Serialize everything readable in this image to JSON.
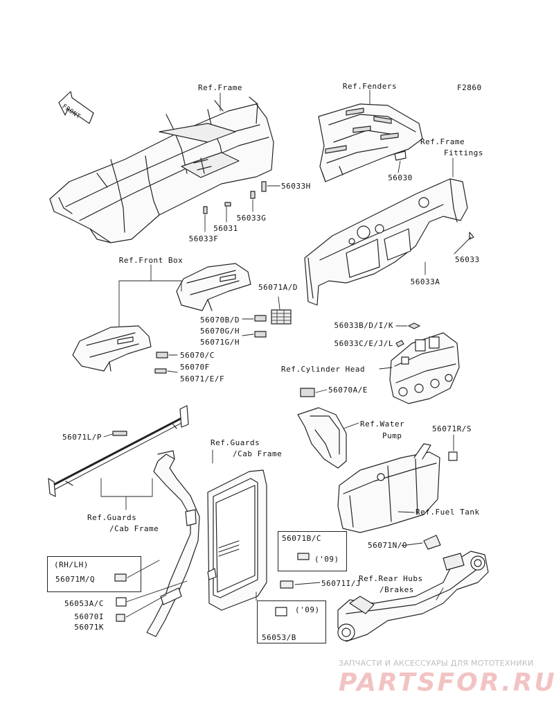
{
  "diagram": {
    "code": "F2860",
    "front_label": "FRONT",
    "refs": {
      "frame": "Ref.Frame",
      "fenders": "Ref.Fenders",
      "frame_fittings_1": "Ref.Frame",
      "frame_fittings_2": "Fittings",
      "front_box": "Ref.Front Box",
      "cylinder_head": "Ref.Cylinder Head",
      "water_pump_1": "Ref.Water",
      "water_pump_2": "Pump",
      "fuel_tank": "Ref.Fuel Tank",
      "guards_left_1": "Ref.Guards",
      "guards_left_2": "/Cab Frame",
      "guards_center_1": "Ref.Guards",
      "guards_center_2": "/Cab Frame",
      "rear_hubs_1": "Ref.Rear Hubs",
      "rear_hubs_2": "/Brakes"
    },
    "parts": {
      "p56033H": "56033H",
      "p56033G": "56033G",
      "p56031": "56031",
      "p56033F": "56033F",
      "p56030": "56030",
      "p56033": "56033",
      "p56033A": "56033A",
      "p56071AD": "56071A/D",
      "p56070BD": "56070B/D",
      "p56070GH": "56070G/H",
      "p56071GH": "56071G/H",
      "p56070C": "56070/C",
      "p56070F": "56070F",
      "p56071EF": "56071/E/F",
      "p56033BDIK": "56033B/D/I/K",
      "p56033CEJL": "56033C/E/J/L",
      "p56070AE": "56070A/E",
      "p56071LP": "56071L/P",
      "p56071RS": "56071R/S",
      "p56071BC": "56071B/C",
      "p56071IJ": "56071I/J",
      "p56071NO": "56071N/O",
      "rhlh": "(RH/LH)",
      "p56071MQ": "56071M/Q",
      "p56053AC": "56053A/C",
      "p56070I": "56070I",
      "p56071K": "56071K",
      "p56053B": "56053/B",
      "year09a": "('09)",
      "year09b": "('09)"
    }
  },
  "watermark": {
    "tagline": "ЗАПЧАСТИ И АКСЕССУАРЫ ДЛЯ МОТОТЕХНИКИ",
    "logo": "PARTSFOR.RU",
    "color": "#f2c3c3"
  }
}
